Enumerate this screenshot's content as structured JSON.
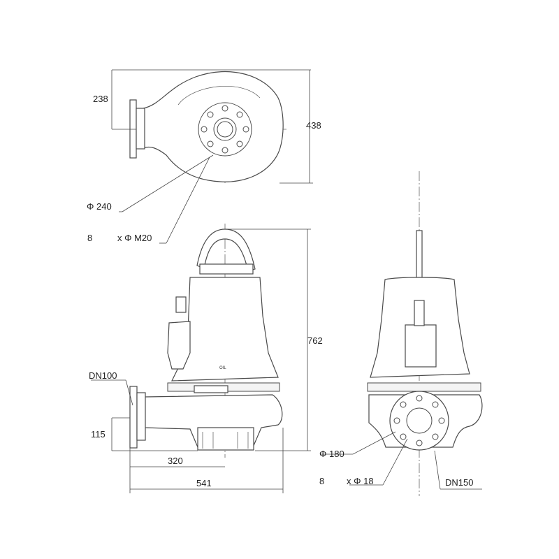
{
  "diagram": {
    "top_view": {
      "dim_height_upper": "238",
      "dim_height_total": "438",
      "bolt_circle": "Φ 240",
      "bolt_count": "8",
      "bolt_spec": "x Φ M20"
    },
    "side_view": {
      "dim_height": "762",
      "outlet_label": "DN100",
      "dim_outlet_height": "115",
      "dim_width_inner": "320",
      "dim_width_total": "541",
      "oil_label": "OIL"
    },
    "front_view": {
      "bolt_circle": "Φ 180",
      "bolt_count": "8",
      "bolt_spec": "x Φ 18",
      "inlet_label": "DN150"
    }
  }
}
